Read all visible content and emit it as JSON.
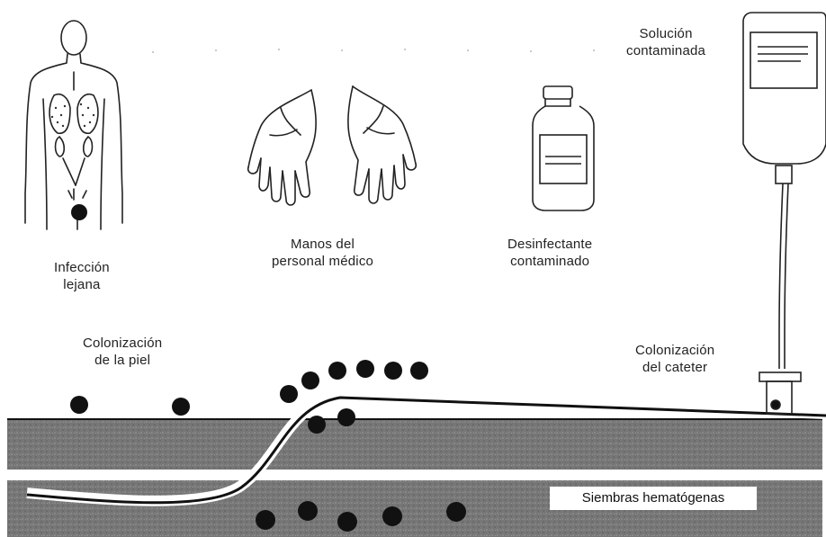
{
  "labels": {
    "infeccion_lejana": [
      "Infección",
      "lejana"
    ],
    "manos": [
      "Manos del",
      "personal médico"
    ],
    "desinfectante": [
      "Desinfectante",
      "contaminado"
    ],
    "solucion": [
      "Solución",
      "contaminada"
    ],
    "colonizacion_piel": [
      "Colonización",
      "de la piel"
    ],
    "colonizacion_cateter": [
      "Colonización",
      "del cateter"
    ],
    "siembras": "Siembras hematógenas"
  },
  "colors": {
    "ink": "#111111",
    "skin_tissue": "#6f6f6f",
    "background": "#ffffff"
  }
}
